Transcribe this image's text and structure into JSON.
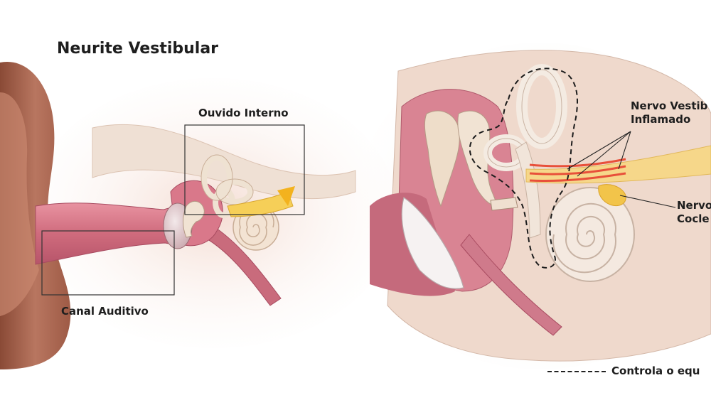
{
  "title": "Neurite Vestibular",
  "labels": {
    "inner_ear": "Ouvido Interno",
    "ear_canal": "Canal Auditivo",
    "inflamed_nerve_line1": "Nervo Vestib",
    "inflamed_nerve_line2": "Inflamado",
    "cochlear_nerve_line1": "Nervo",
    "cochlear_nerve_line2": "Cocle"
  },
  "legend": {
    "dashed_meaning": "Controla o equ"
  },
  "colors": {
    "skin": "#b0705a",
    "canal": "#d47a8a",
    "bone": "#e9d3c3",
    "nerve": "#f4c64a",
    "inflamed": "#e8503a"
  }
}
